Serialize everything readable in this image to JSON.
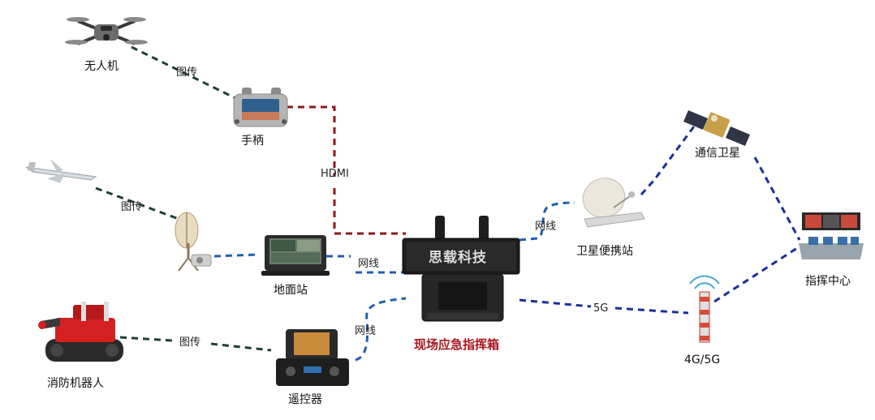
{
  "nodes": {
    "drone": "无人机",
    "controller": "手柄",
    "satellite": "通信卫星",
    "sat_station": "卫星便携站",
    "command_center": "指挥中心",
    "ground_station": "地面站",
    "command_box": "现场应急指挥箱",
    "brand": "思载科技",
    "remote": "遥控器",
    "robot": "消防机器人",
    "tower": "4G/5G"
  },
  "links": {
    "drone_controller": "图传",
    "controller_box": "HDMI",
    "fixedwing_antenna": "图传",
    "ground_box": "网线",
    "box_satstation": "网线",
    "remote_box": "网线",
    "robot_remote": "图传",
    "box_tower": "5G"
  },
  "colors": {
    "video_link": "#1f3f36",
    "hdmi_link": "#8b1a1a",
    "network_link": "#1f5fb0",
    "satellite_link": "#1a2f9c",
    "main_label": "#a8141a"
  }
}
